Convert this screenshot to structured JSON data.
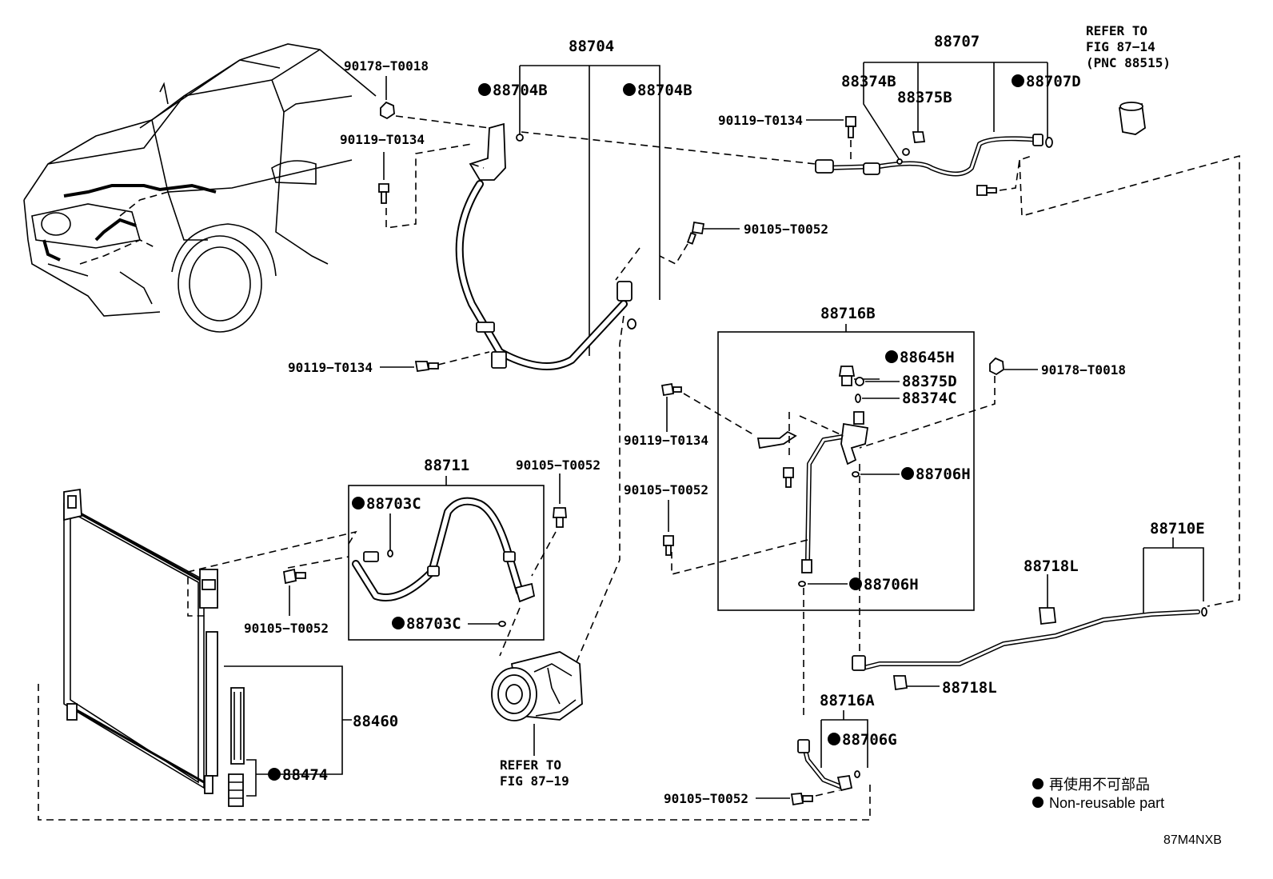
{
  "labels": {
    "p88704": "88704",
    "p88704B_left": "88704B",
    "p88704B_right": "88704B",
    "p90178_top": "90178−T0018",
    "p90119_a": "90119−T0134",
    "p90119_b": "90119−T0134",
    "p90105_a": "90105−T0052",
    "p88707": "88707",
    "p88374B": "88374B",
    "p88375B": "88375B",
    "p88707D": "88707D",
    "p90119_c": "90119−T0134",
    "refer_top_1": "REFER TO",
    "refer_top_2": "FIG 87−14",
    "refer_top_3": "(PNC 88515)",
    "p88716B": "88716B",
    "p88645H": "88645H",
    "p88375D": "88375D",
    "p88374C": "88374C",
    "p90178_right": "90178−T0018",
    "p90119_d": "90119−T0134",
    "p90105_b": "90105−T0052",
    "p88706H_a": "88706H",
    "p88706H_b": "88706H",
    "p88711": "88711",
    "p88703C_a": "88703C",
    "p88703C_b": "88703C",
    "p90105_c": "90105−T0052",
    "p90105_d": "90105−T0052",
    "p88460": "88460",
    "p88474": "88474",
    "refer_bot_1": "REFER TO",
    "refer_bot_2": "FIG 87−19",
    "p88710E": "88710E",
    "p88718L_a": "88718L",
    "p88718L_b": "88718L",
    "p88716A": "88716A",
    "p88706G": "88706G",
    "p90105_e": "90105−T0052"
  },
  "legend": {
    "japanese": "再使用不可部品",
    "english": "Non-reusable part"
  },
  "diagram_code": "87M4NXB"
}
